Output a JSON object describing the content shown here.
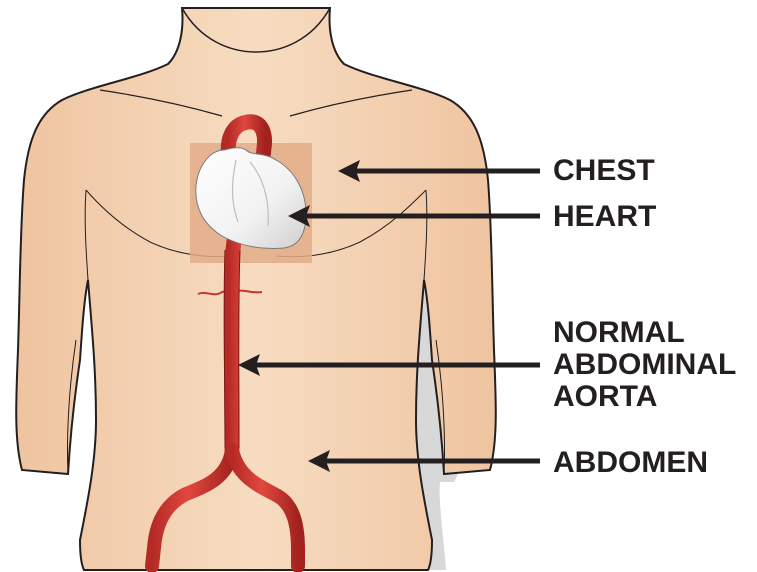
{
  "labels": {
    "chest": "CHEST",
    "heart": "HEART",
    "aorta_line1": "NORMAL",
    "aorta_line2": "ABDOMINAL",
    "aorta_line3": "AORTA",
    "abdomen": "ABDOMEN"
  },
  "colors": {
    "skin": "#f4d2b4",
    "skin_outline": "#231f20",
    "shadow": "#d6d6d6",
    "chest_highlight": "#e6b08c",
    "heart": "#ffffff",
    "aorta": "#c8322e",
    "aorta_dark": "#8e1d1a",
    "text": "#231f20"
  }
}
